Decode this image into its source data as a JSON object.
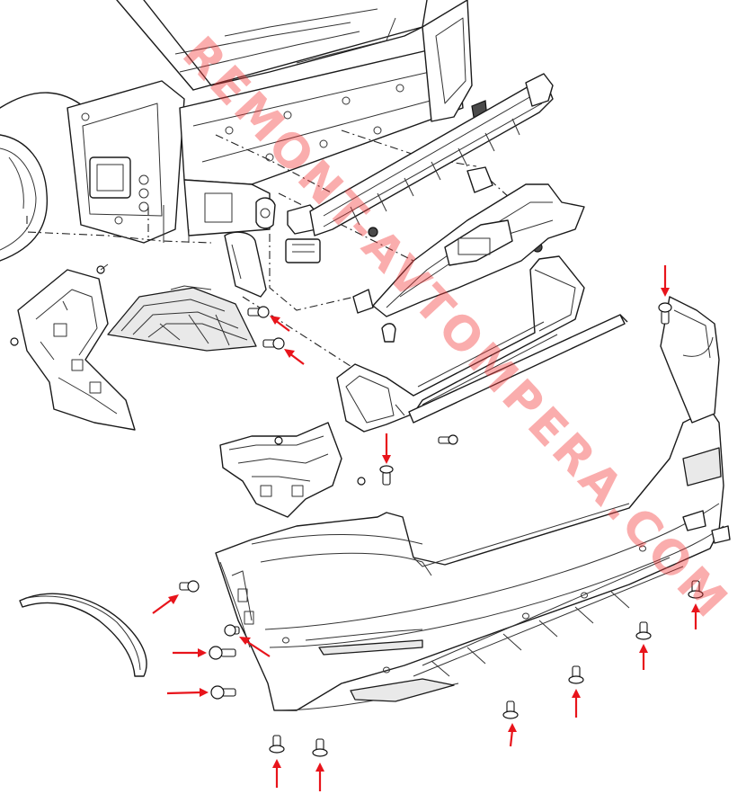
{
  "watermark": {
    "text": "REMONT-AVTOMPERA.COM",
    "color": "#f23c3c"
  },
  "colors": {
    "arrow": "#e8141b",
    "line": "#1a1a1a",
    "background": "#ffffff"
  },
  "illustration": {
    "subject": "rear bumper assembly exploded view",
    "parts": [
      "body-rear-panel",
      "trunk-opening",
      "side-mount-bracket-left",
      "taillight",
      "splash-cover",
      "energy-absorber",
      "bumper-carrier",
      "reinforcement-beam",
      "bracket-lower-left",
      "wheel-arch-trim",
      "bumper-cover",
      "fasteners"
    ]
  }
}
